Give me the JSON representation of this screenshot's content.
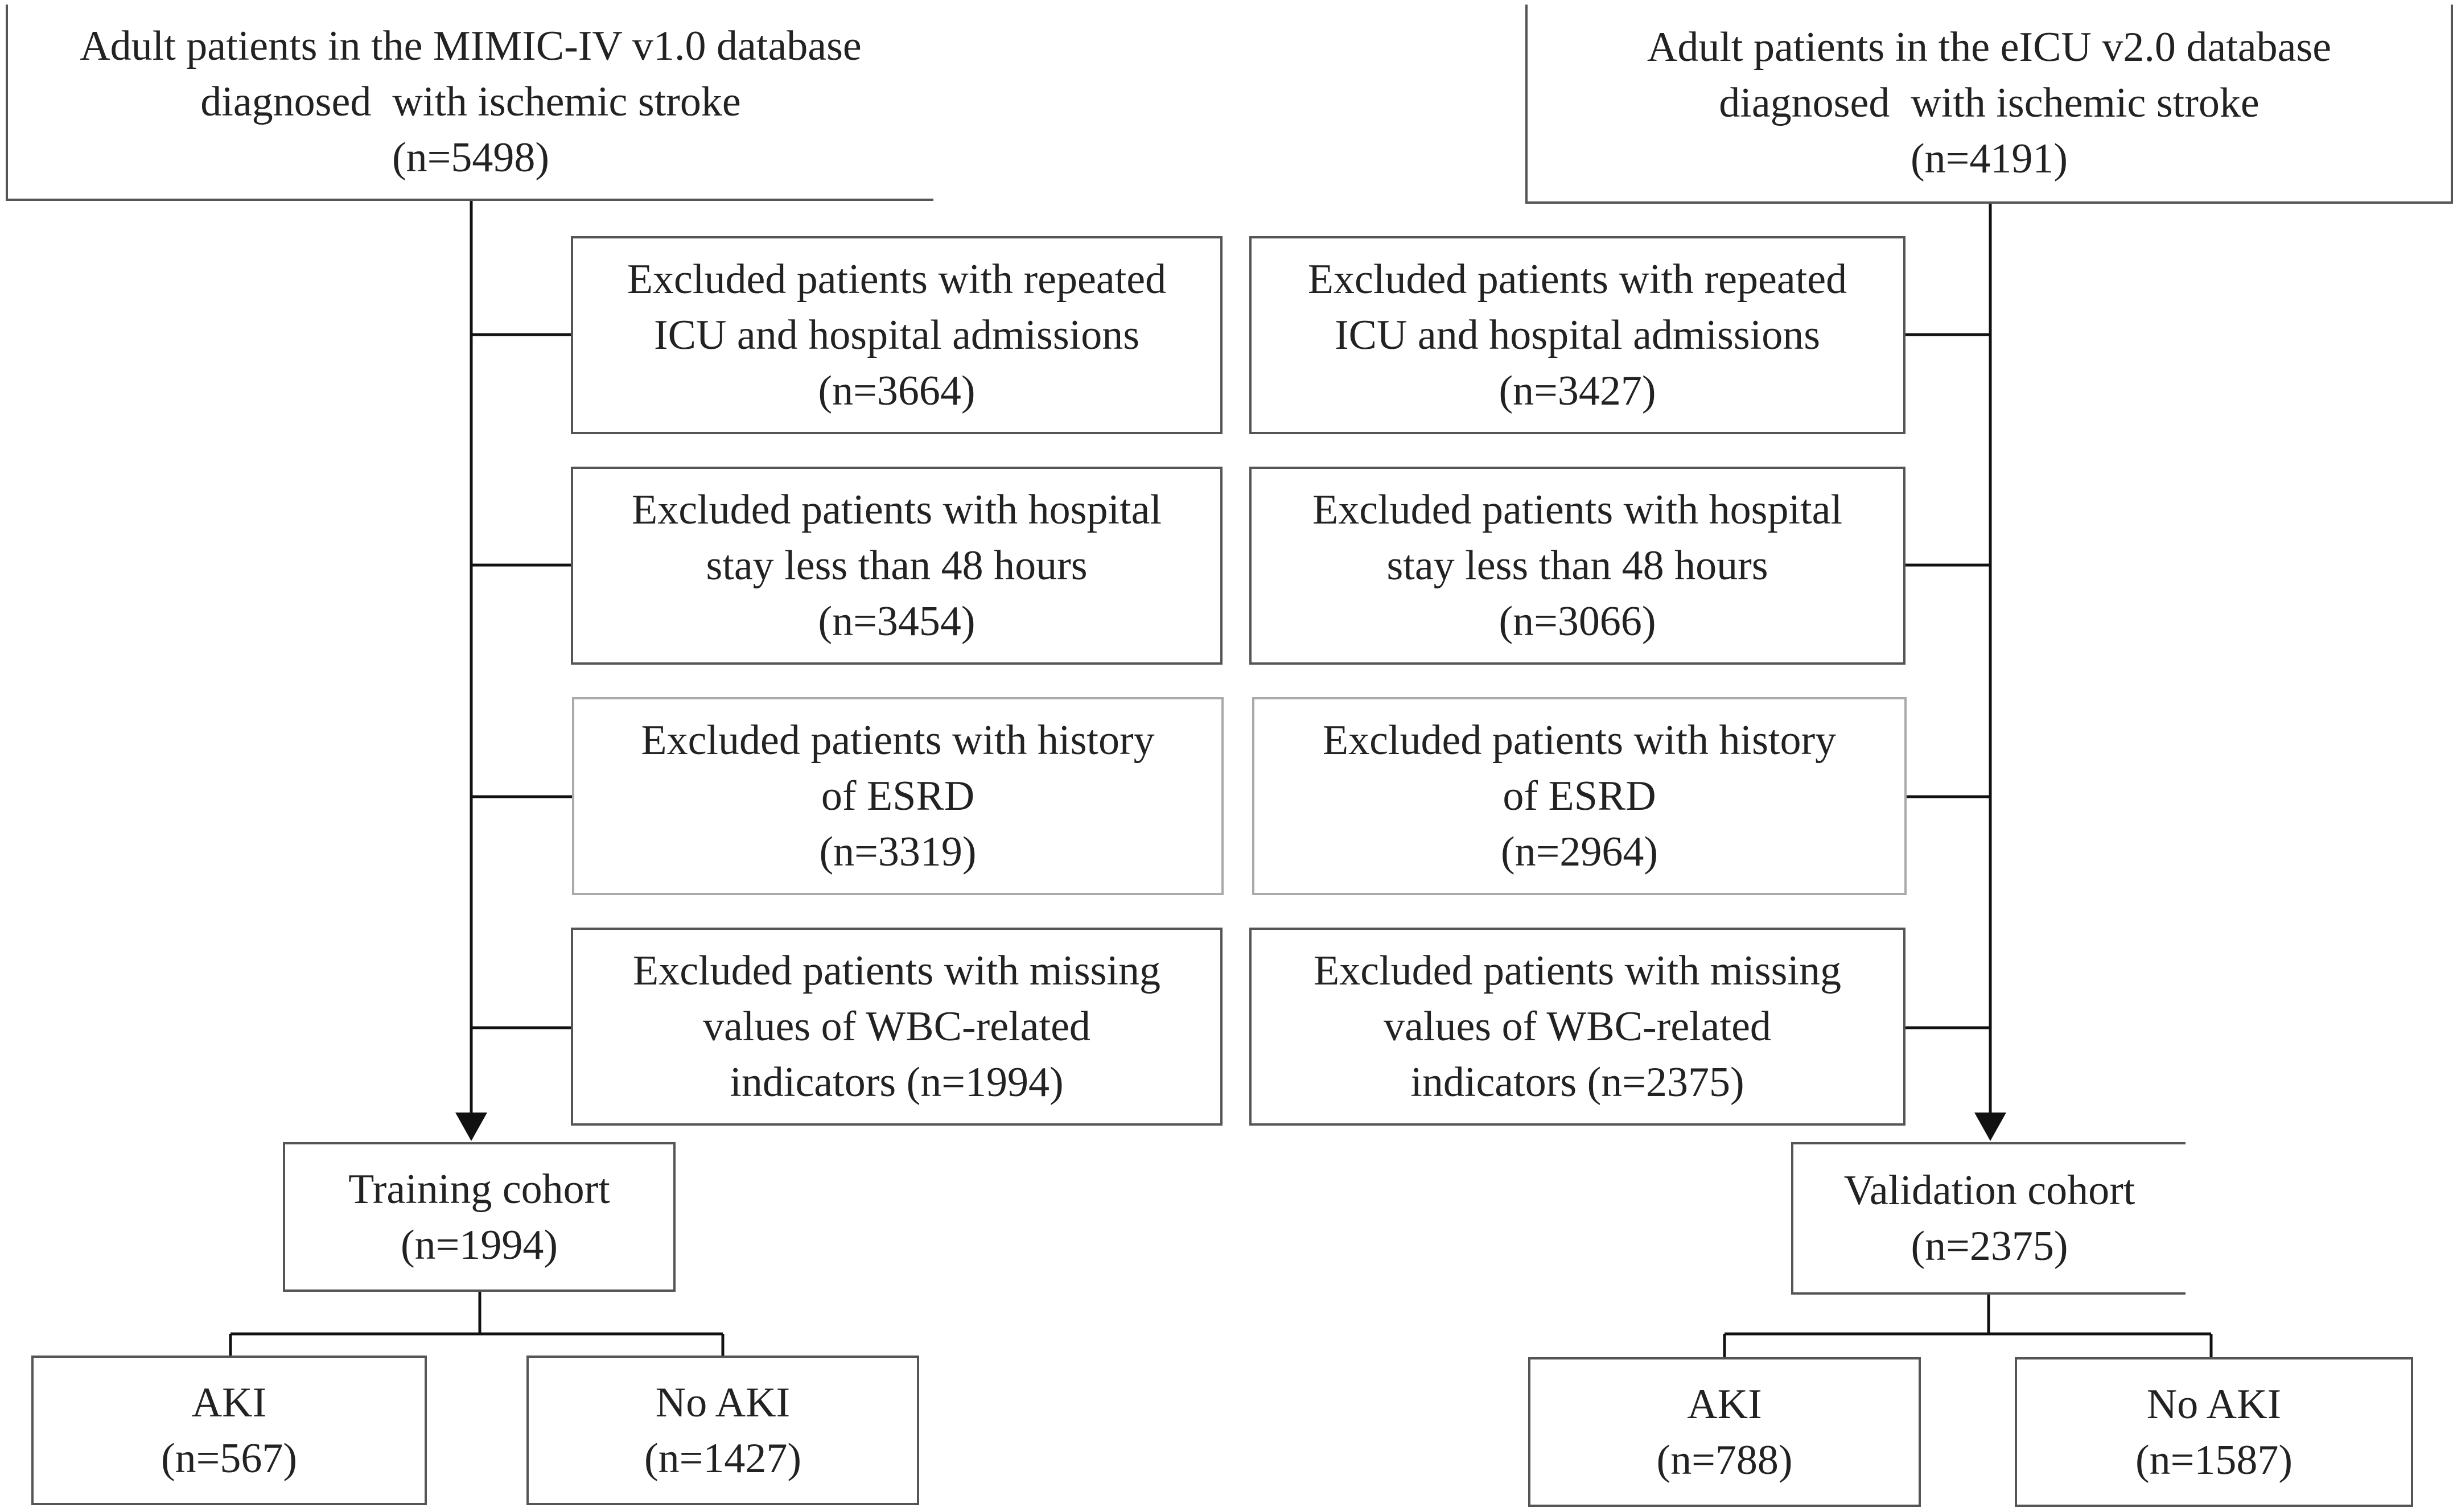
{
  "mimic": {
    "source": {
      "line1": "Adult patients in the MIMIC-IV v1.0 database",
      "line2": "diagnosed  with ischemic stroke",
      "line3": "(n=5498)"
    },
    "exclusions": [
      {
        "line1": "Excluded patients with repeated",
        "line2": "ICU and hospital admissions",
        "line3": "(n=3664)"
      },
      {
        "line1": "Excluded patients with hospital",
        "line2": "stay less than 48 hours",
        "line3": "(n=3454)"
      },
      {
        "line1": "Excluded patients with history",
        "line2": "of ESRD",
        "line3": "(n=3319)"
      },
      {
        "line1": "Excluded patients with missing",
        "line2": "values of WBC-related",
        "line3": "indicators (n=1994)"
      }
    ],
    "cohort": {
      "line1": "Training cohort",
      "line2": "(n=1994)"
    },
    "aki": {
      "line1": "AKI",
      "line2": "(n=567)"
    },
    "no_aki": {
      "line1": "No AKI",
      "line2": "(n=1427)"
    }
  },
  "eicu": {
    "source": {
      "line1": "Adult patients in the eICU v2.0 database",
      "line2": "diagnosed  with ischemic stroke",
      "line3": "(n=4191)"
    },
    "exclusions": [
      {
        "line1": "Excluded patients with repeated",
        "line2": "ICU and hospital admissions",
        "line3": "(n=3427)"
      },
      {
        "line1": "Excluded patients with hospital",
        "line2": "stay less than 48 hours",
        "line3": "(n=3066)"
      },
      {
        "line1": "Excluded patients with history",
        "line2": "of ESRD",
        "line3": "(n=2964)"
      },
      {
        "line1": "Excluded patients with missing",
        "line2": "values of WBC-related",
        "line3": "indicators (n=2375)"
      }
    ],
    "cohort": {
      "line1": "Validation cohort",
      "line2": "(n=2375)"
    },
    "aki": {
      "line1": "AKI",
      "line2": "(n=788)"
    },
    "no_aki": {
      "line1": "No AKI",
      "line2": "(n=1587)"
    }
  },
  "colors": {
    "border": "#555555",
    "connector": "#111111",
    "text": "#222222"
  }
}
